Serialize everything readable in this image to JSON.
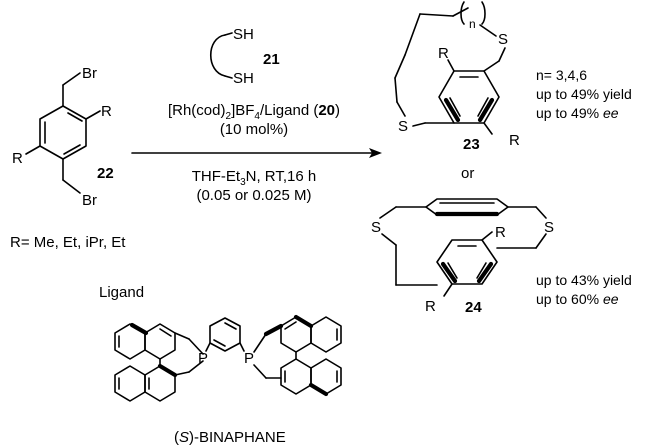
{
  "reagent": {
    "thiol_top": "SH",
    "thiol_bottom": "SH",
    "compound": "21"
  },
  "substrate": {
    "br_top": "Br",
    "br_bottom": "Br",
    "r_right": "R",
    "r_left": "R",
    "compound": "22",
    "r_list": "R= Me, Et, iPr, Et"
  },
  "conditions": {
    "catalyst_prefix": "[Rh(cod)",
    "cod_sub": "2",
    "catalyst_mid": "]BF",
    "bf_sub": "4",
    "catalyst_ligand": "/Ligand (",
    "ligand_num": "20",
    "catalyst_close": ")",
    "loading": "(10 mol%)",
    "solvent_prefix": "THF-Et",
    "et_sub": "3",
    "solvent_suffix": "N, RT,16 h",
    "concentration": "(0.05 or 0.025 M)"
  },
  "product23": {
    "n_label": "n",
    "s_top": "S",
    "s_left": "S",
    "r_top": "R",
    "r_bottom": "R",
    "compound": "23",
    "n_values": "n= 3,4,6",
    "yield": "up to 49% yield",
    "ee_value": "up to 49% ",
    "ee_unit": "ee"
  },
  "or_label": "or",
  "product24": {
    "s_left": "S",
    "s_right": "S",
    "r_top": "R",
    "r_bottom": "R",
    "compound": "24",
    "yield": "up to 43% yield",
    "ee_value": "up to 60% ",
    "ee_unit": "ee"
  },
  "ligand": {
    "heading": "Ligand",
    "p_left": "P",
    "p_right": "P",
    "name_open": "(",
    "name_s": "S",
    "name_rest": ")-BINAPHANE"
  }
}
